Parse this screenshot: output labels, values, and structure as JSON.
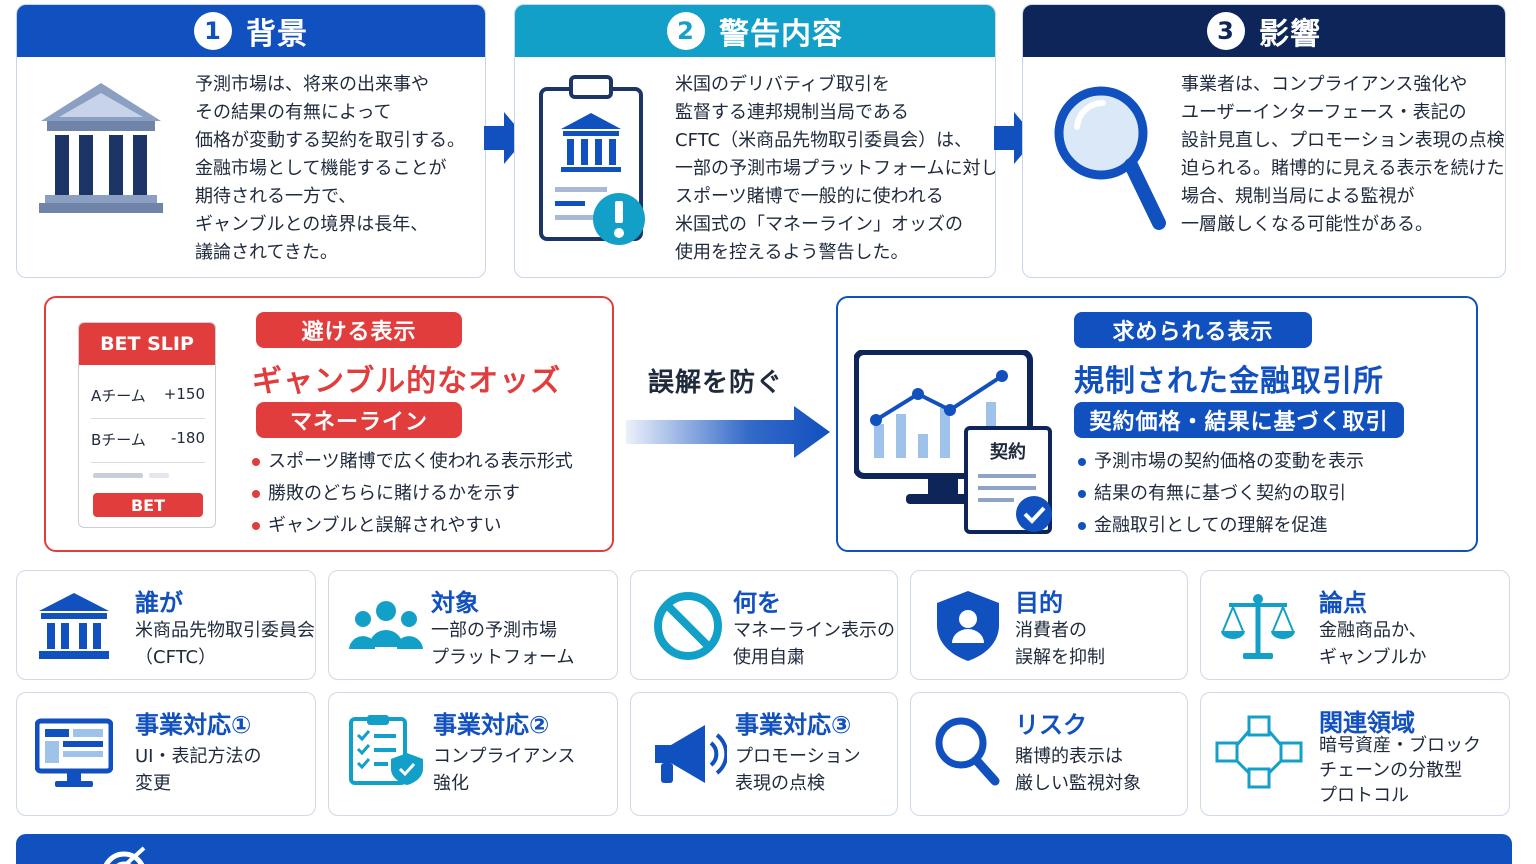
{
  "colors": {
    "blue": "#1150bf",
    "teal": "#13a0c8",
    "navy": "#0d2559",
    "red": "#e23d3d",
    "text": "#1f2a3c"
  },
  "top_panels": [
    {
      "number": "1",
      "title": "背景",
      "icon": "bank-building-icon",
      "text": "予測市場は、将来の出来事や\nその結果の有無によって\n価格が変動する契約を取引する。\n金融市場として機能することが\n期待される一方で、\nギャンブルとの境界は長年、\n議論されてきた。"
    },
    {
      "number": "2",
      "title": "警告内容",
      "icon": "clipboard-warning-icon",
      "text": "米国のデリバティブ取引を\n監督する連邦規制当局である\nCFTC（米商品先物取引委員会）は、\n一部の予測市場プラットフォームに対し、\nスポーツ賭博で一般的に使われる\n米国式の「マネーライン」オッズの\n使用を控えるよう警告した。"
    },
    {
      "number": "3",
      "title": "影響",
      "icon": "magnifier-icon",
      "text": "事業者は、コンプライアンス強化や\nユーザーインターフェース・表記の\n設計見直し、プロモーション表現の点検を\n迫られる。賭博的に見える表示を続けた\n場合、規制当局による監視が\n一層厳しくなる可能性がある。"
    }
  ],
  "avoid": {
    "pill": "避ける表示",
    "title": "ギャンブル的なオッズ",
    "subpill": "マネーライン",
    "bullets": [
      "スポーツ賭博で広く使われる表示形式",
      "勝敗のどちらに賭けるかを示す",
      "ギャンブルと誤解されやすい"
    ],
    "slip": {
      "header": "BET SLIP",
      "rows": [
        {
          "team": "Aチーム",
          "odds": "+150"
        },
        {
          "team": "Bチーム",
          "odds": "-180"
        }
      ],
      "button": "BET"
    }
  },
  "middle_arrow_label": "誤解を防ぐ",
  "recommended": {
    "pill": "求められる表示",
    "title": "規制された金融取引所",
    "subpill": "契約価格・結果に基づく取引",
    "bullets": [
      "予測市場の契約価格の変動を表示",
      "結果の有無に基づく契約の取引",
      "金融取引としての理解を促進"
    ],
    "doc_label": "契約"
  },
  "cards": [
    {
      "title": "誰が",
      "text": "米商品先物取引委員会\n（CFTC）",
      "icon": "institution-icon",
      "color": "#1150bf"
    },
    {
      "title": "対象",
      "text": "一部の予測市場\nプラットフォーム",
      "icon": "people-group-icon",
      "color": "#13a0c8"
    },
    {
      "title": "何を",
      "text": "マネーライン表示の\n使用自粛",
      "icon": "prohibited-icon",
      "color": "#13a0c8"
    },
    {
      "title": "目的",
      "text": "消費者の\n誤解を抑制",
      "icon": "shield-user-icon",
      "color": "#1150bf"
    },
    {
      "title": "論点",
      "text": "金融商品か、\nギャンブルか",
      "icon": "balance-scale-icon",
      "color": "#13a0c8"
    },
    {
      "title": "事業対応①",
      "text": "UI・表記方法の\n変更",
      "icon": "monitor-ui-icon",
      "color": "#1150bf"
    },
    {
      "title": "事業対応②",
      "text": "コンプライアンス\n強化",
      "icon": "checklist-shield-icon",
      "color": "#13a0c8"
    },
    {
      "title": "事業対応③",
      "text": "プロモーション\n表現の点検",
      "icon": "megaphone-icon",
      "color": "#1150bf"
    },
    {
      "title": "リスク",
      "text": "賭博的表示は\n厳しい監視対象",
      "icon": "search-icon",
      "color": "#1150bf"
    },
    {
      "title": "関連領域",
      "text": "暗号資産・ブロック\nチェーンの分散型\nプロトコル",
      "icon": "blockchain-cubes-icon",
      "color": "#13a0c8"
    }
  ]
}
